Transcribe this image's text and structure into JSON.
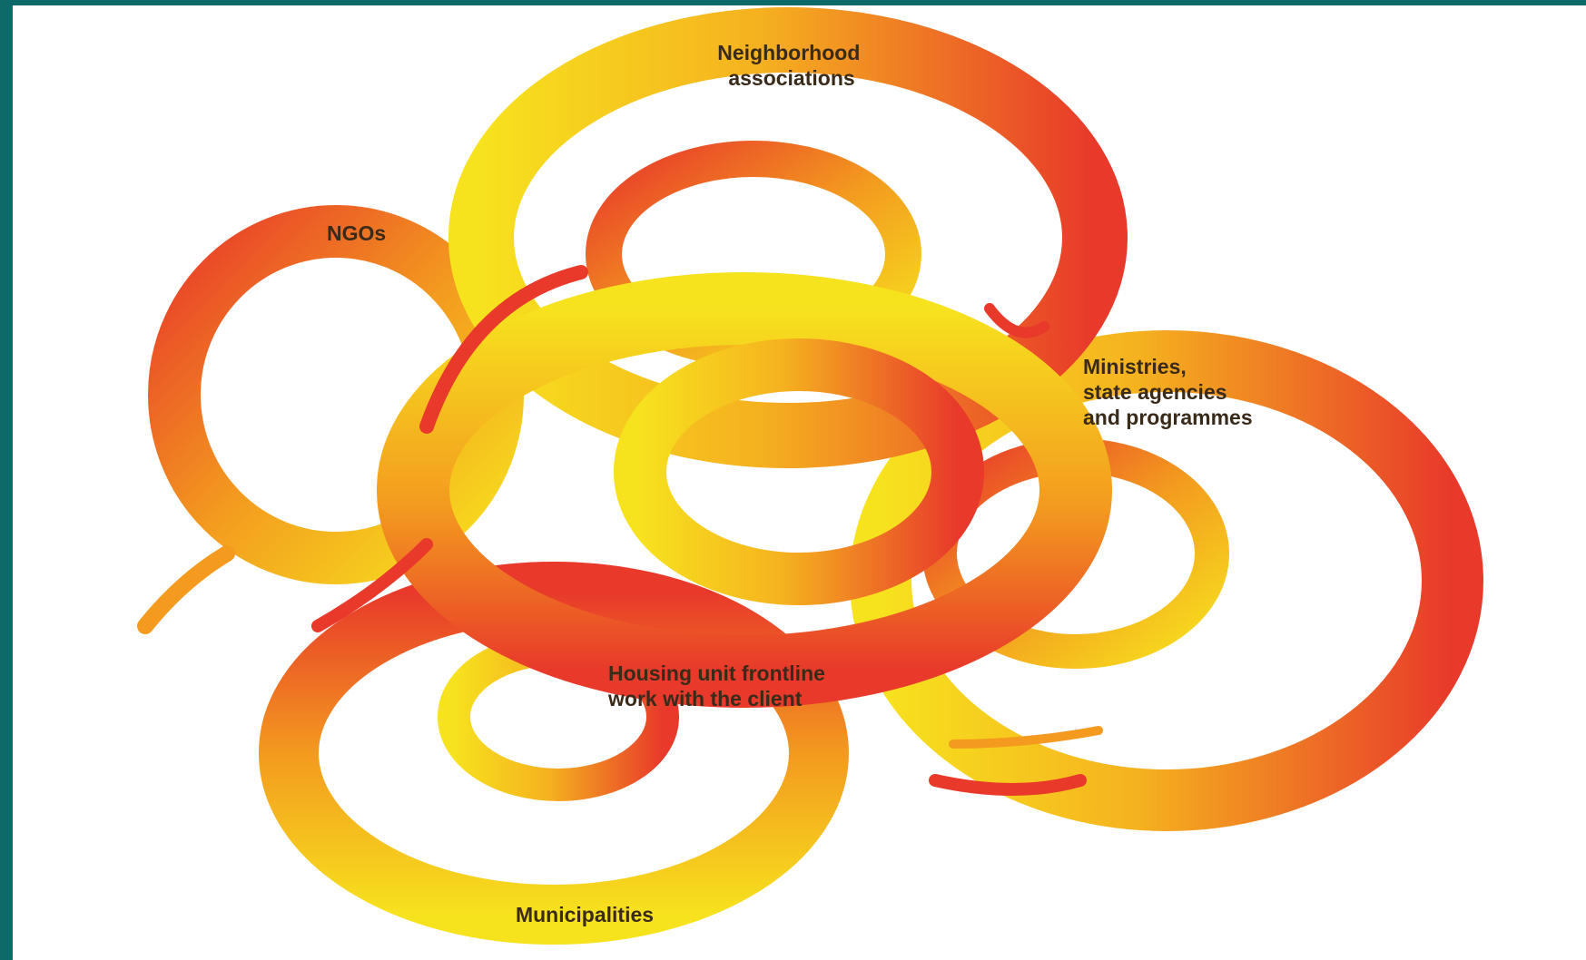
{
  "colors": {
    "frame": "#0d6a69",
    "yellow": "#f7e21e",
    "orange": "#f39a1f",
    "red": "#e8392a"
  },
  "nodes": {
    "neighborhood": {
      "line1": "Neighborhood",
      "line2": "associations"
    },
    "ngos": {
      "line1": "NGOs"
    },
    "ministries": {
      "line1": "Ministries,",
      "line2": "state agencies",
      "line3": "and programmes"
    },
    "housing": {
      "line1": "Housing unit frontline",
      "line2": "work with the client"
    },
    "municipalities": {
      "line1": "Municipalities"
    }
  }
}
